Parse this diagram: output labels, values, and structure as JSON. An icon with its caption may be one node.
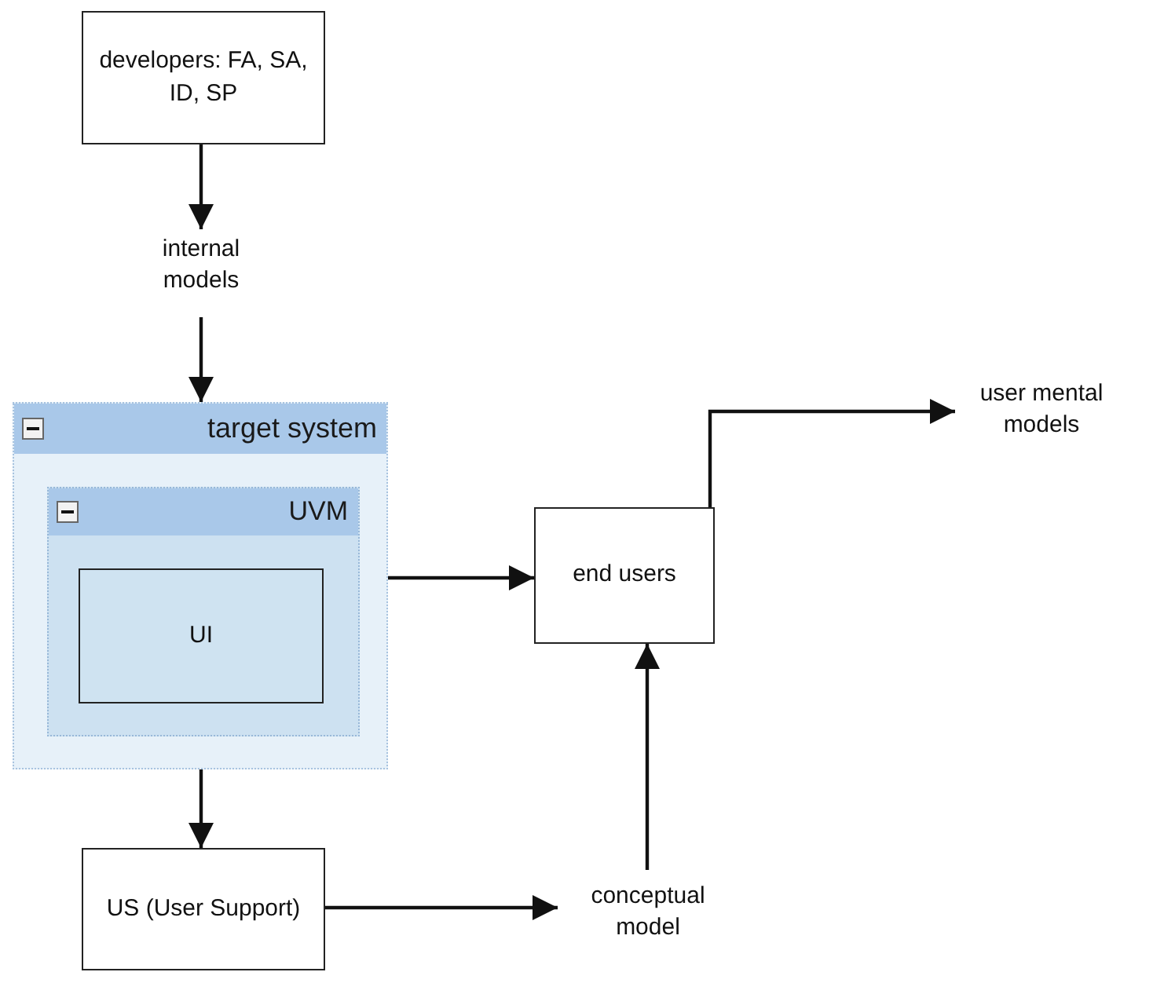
{
  "diagram": {
    "nodes": [
      {
        "text": [
          "developers: FA, SA, ID, SP"
        ]
      },
      {
        "text": [
          "internal models"
        ]
      },
      {
        "text": [
          "target system"
        ]
      },
      {
        "text": [
          "UVM"
        ],
        "in": 2
      },
      {
        "text": [
          "UI"
        ],
        "in": 3
      },
      {
        "text": [
          "end users"
        ]
      },
      {
        "text": [
          "user mental models"
        ]
      },
      {
        "text": [
          "US (User Support)"
        ]
      },
      {
        "text": [
          "conceptual model"
        ]
      }
    ],
    "edges": [
      {
        "from": 0,
        "to": 1,
        "arrow": "to"
      },
      {
        "from": 1,
        "to": 2,
        "arrow": "to"
      },
      {
        "from": 2,
        "to": 5,
        "arrow": "to"
      },
      {
        "from": 5,
        "to": 6,
        "arrow": "to"
      },
      {
        "from": 3,
        "to": 7,
        "arrow": "to"
      },
      {
        "from": 7,
        "to": 8,
        "arrow": "to"
      },
      {
        "from": 8,
        "to": 5,
        "arrow": "to"
      }
    ]
  }
}
